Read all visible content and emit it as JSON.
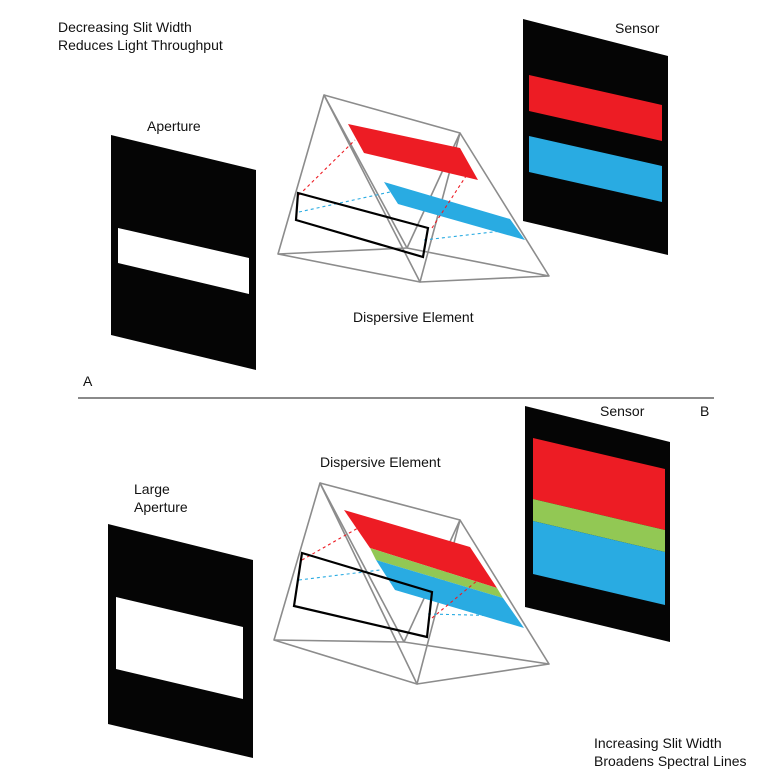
{
  "panel_a": {
    "caption": "Decreasing Slit Width\nReduces Light Throughput",
    "aperture_label": "Aperture",
    "element_label": "Dispersive Element",
    "sensor_label": "Sensor",
    "panel_letter": "A"
  },
  "panel_b": {
    "aperture_label": "Large\nAperture",
    "element_label": "Dispersive Element",
    "sensor_label": "Sensor",
    "panel_letter": "B",
    "caption": "Increasing Slit Width\nBroadens Spectral Lines"
  },
  "colors": {
    "red": "#ed1c24",
    "blue": "#29abe2",
    "green": "#92c854",
    "panel_black": "#050505",
    "prism_gray": "#8c8c8c",
    "divider_gray": "#8a8a8a"
  }
}
